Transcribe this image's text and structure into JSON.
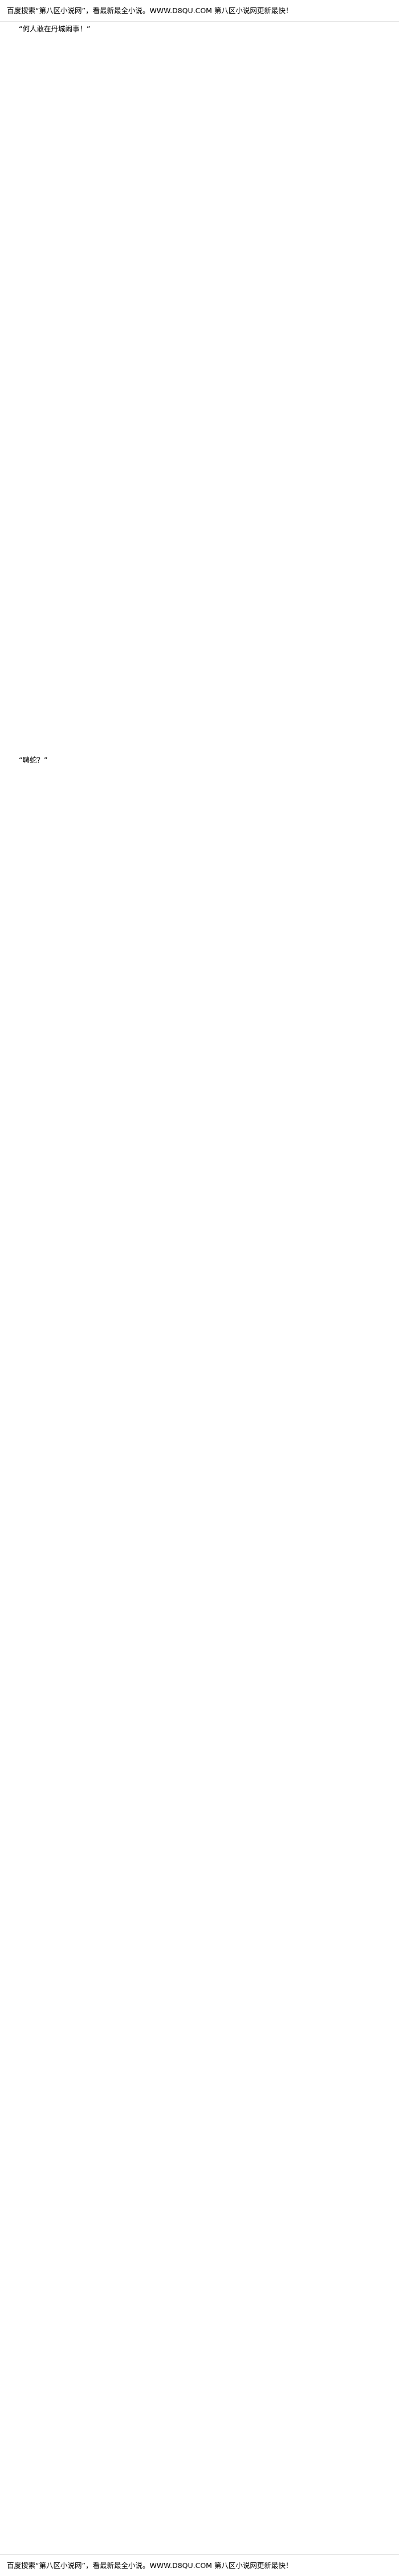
{
  "header": {
    "text": "百度搜索“第八区小说网”，看最新最全小说。WWW.D8QU.COM  第八区小说网更新最快！"
  },
  "paragraphs": [
    "“何人敢在丹城闹事！”",
    "",
    "",
    "",
    "",
    "",
    "",
    "",
    "",
    "",
    "",
    "",
    "",
    "",
    "",
    "",
    "",
    "",
    "",
    "",
    "",
    "",
    "",
    "",
    "",
    "",
    "",
    "",
    "",
    "",
    "",
    "",
    "",
    "",
    "",
    "",
    "",
    "",
    "",
    "",
    "",
    "",
    "",
    "",
    "",
    "“聘蛇？”",
    "",
    "",
    "",
    "",
    "",
    "",
    "",
    "",
    "",
    "",
    "",
    "",
    "",
    "",
    "",
    "",
    "",
    "",
    "",
    "",
    "",
    "",
    "",
    "",
    ""
  ],
  "footer_line": "",
  "bottom": {
    "text": "百度搜索“第八区小说网”，看最新最全小说。WWW.D8QU.COM  第八区小说网更新最快！"
  }
}
